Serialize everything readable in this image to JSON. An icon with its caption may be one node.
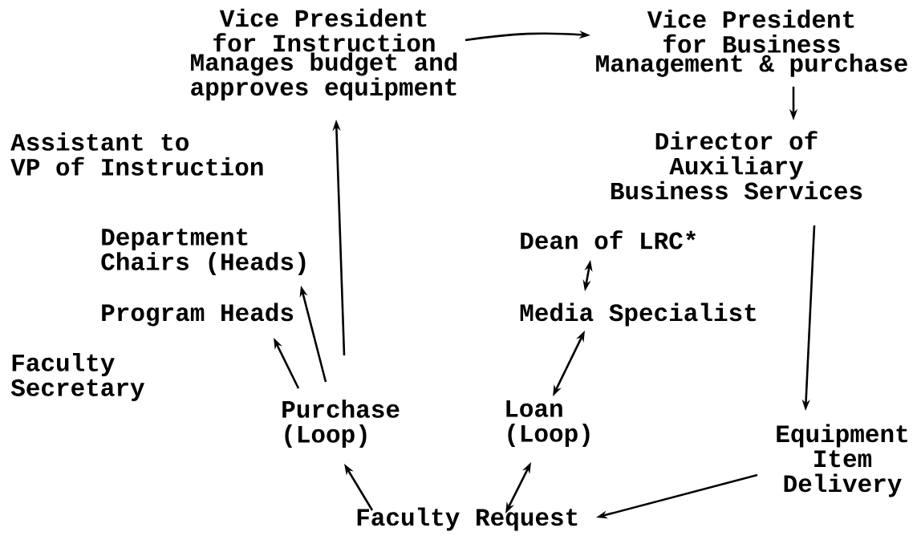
{
  "diagram": {
    "nodes": [
      {
        "text": [
          "Vice President for Instruction",
          "Manages budget and approves equipment"
        ]
      },
      {
        "text": [
          "Vice President for Business",
          "Management & purchase"
        ]
      },
      {
        "text": [
          "Director of Auxiliary Business Services"
        ]
      },
      {
        "text": [
          "Department Chairs (Heads)"
        ]
      },
      {
        "text": [
          "Dean of LRC*"
        ]
      },
      {
        "text": [
          "Program Heads"
        ]
      },
      {
        "text": [
          "Media Specialist"
        ]
      },
      {
        "text": [
          "Purchase (Loop)"
        ]
      },
      {
        "text": [
          "Loan (Loop)"
        ]
      },
      {
        "text": [
          "Equipment Item Delivery"
        ]
      },
      {
        "text": [
          "Faculty Request"
        ]
      }
    ],
    "edges": [
      {
        "from": 0,
        "to": 1,
        "arrow": "to"
      },
      {
        "from": 1,
        "to": 2,
        "arrow": "to"
      },
      {
        "from": 2,
        "to": 9,
        "arrow": "to"
      },
      {
        "from": 9,
        "to": 10,
        "arrow": "to"
      },
      {
        "from": 10,
        "to": 7,
        "arrow": "to"
      },
      {
        "from": 10,
        "to": 8,
        "arrow": "both"
      },
      {
        "from": 8,
        "to": 6,
        "arrow": "both"
      },
      {
        "from": 6,
        "to": 4,
        "arrow": "both"
      },
      {
        "from": 7,
        "to": 5,
        "arrow": "to"
      },
      {
        "from": 7,
        "to": 3,
        "arrow": "to"
      },
      {
        "from": 7,
        "to": 0,
        "arrow": "to"
      }
    ],
    "labels": [
      "Assistant to VP of Instruction",
      "Faculty Secretary"
    ]
  }
}
